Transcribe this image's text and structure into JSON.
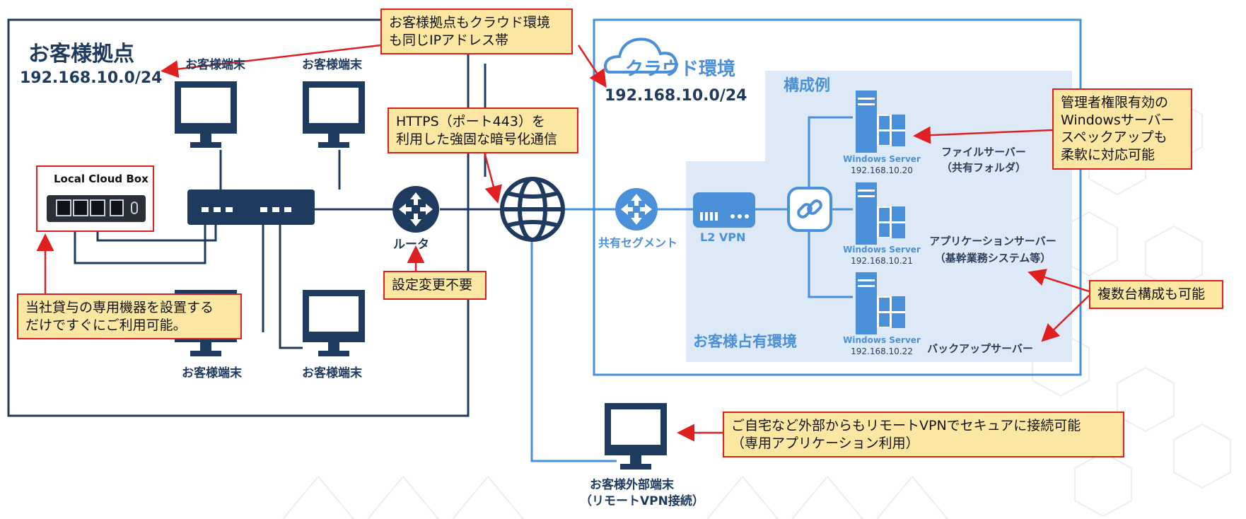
{
  "customer_site": {
    "title": "お客様拠点",
    "network": "192.168.10.0/24",
    "terminal_label": "お客様端末",
    "box_label": "Local Cloud Box",
    "router_label": "ルータ"
  },
  "cloud": {
    "title": "クラウド環境",
    "network": "192.168.10.0/24",
    "example_title": "構成例",
    "shared_segment": "共有セグメント",
    "vpn_label": "L2 VPN",
    "dedicated_env": "お客様占有環境",
    "servers": [
      {
        "os": "Windows Server",
        "ip": "192.168.10.20",
        "name_line1": "ファイルサーバー",
        "name_line2": "（共有フォルダ）"
      },
      {
        "os": "Windows Server",
        "ip": "192.168.10.21",
        "name_line1": "アプリケーションサーバー",
        "name_line2": "（基幹業務システム等）"
      },
      {
        "os": "Windows Server",
        "ip": "192.168.10.22",
        "name_line1": "バックアップサーバー",
        "name_line2": ""
      }
    ]
  },
  "remote": {
    "label_line1": "お客様外部端末",
    "label_line2": "（リモートVPN接続）"
  },
  "callouts": {
    "same_ip": [
      "お客様拠点もクラウド環境",
      "も同じIPアドレス帯"
    ],
    "https": [
      "HTTPS（ポート443）を",
      "利用した強固な暗号化通信"
    ],
    "no_config": [
      "設定変更不要"
    ],
    "device": [
      "当社貸与の専用機器を設置する",
      "だけですぐにご利用可能。"
    ],
    "admin": [
      "管理者権限有効の",
      "Windowsサーバー",
      "スペックアップも",
      "柔軟に対応可能"
    ],
    "multi": [
      "複数台構成も可能"
    ],
    "remote_vpn": [
      "ご自宅など外部からもリモートVPNでセキュアに接続可能",
      "（専用アプリケーション利用）"
    ]
  },
  "colors": {
    "navy": "#1f3a5f",
    "blue": "#4a90d9",
    "callout_bg": "#fce7a2",
    "callout_border": "#e02020",
    "cloud_panel": "#dde9f6"
  }
}
